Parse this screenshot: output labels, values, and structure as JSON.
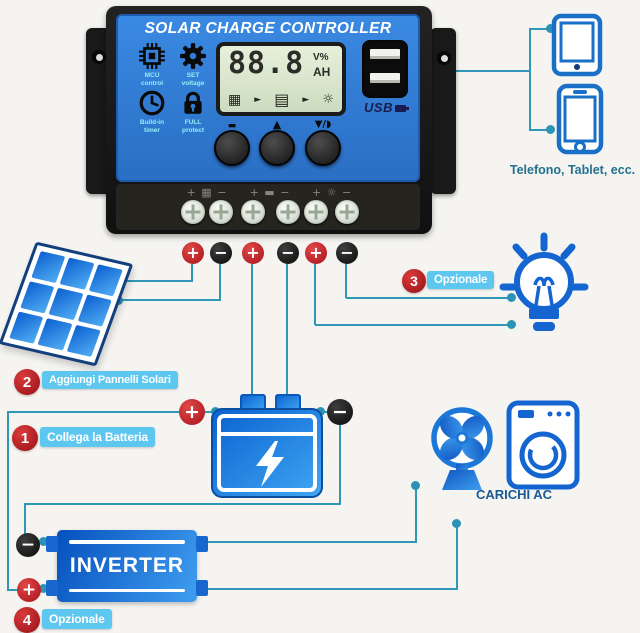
{
  "controller": {
    "title": "SOLAR CHARGE CONTROLLER",
    "features": [
      {
        "icon": "chip-icon",
        "label": "MCU\ncontrol"
      },
      {
        "icon": "gear-icon",
        "label": "SET\nvoltage"
      },
      {
        "icon": "clock-icon",
        "label": "Build-in\ntimer"
      },
      {
        "icon": "lock-icon",
        "label": "FULL\nprotect"
      }
    ],
    "lcd": {
      "value": "88.8",
      "unit_top": "V%",
      "unit_bottom": "AH",
      "flow": {
        "panel": "▦",
        "arrow1": "►",
        "battery": "▤",
        "arrow2": "►",
        "bulb": "☼"
      }
    },
    "usb_label": "USB",
    "buttons": {
      "menu": "▬",
      "up": "▲",
      "down": "▼/◗"
    },
    "terminals": [
      {
        "plus": "+",
        "glyph": "▦",
        "minus": "−"
      },
      {
        "plus": "+",
        "glyph": "▬",
        "minus": "−"
      },
      {
        "plus": "+",
        "glyph": "☼",
        "minus": "−"
      }
    ]
  },
  "polarity": {
    "plus": "+",
    "minus": "−"
  },
  "steps": [
    {
      "num": "1",
      "label": "Collega la Batteria"
    },
    {
      "num": "2",
      "label": "Aggiungi Pannelli Solari"
    },
    {
      "num": "3",
      "label": "Opzionale"
    },
    {
      "num": "4",
      "label": "Opzionale"
    }
  ],
  "labels": {
    "inverter": "INVERTER",
    "ac_loads": "CARICHI AC",
    "usb_devices": "Telefono, Tablet, ecc."
  },
  "colors": {
    "wire": "#2f98b8",
    "panel_blue": "#2e7cd2",
    "accent_red": "#c1272d",
    "chip_bg": "#5ec7ef",
    "icon_blue": "#1565d0"
  }
}
